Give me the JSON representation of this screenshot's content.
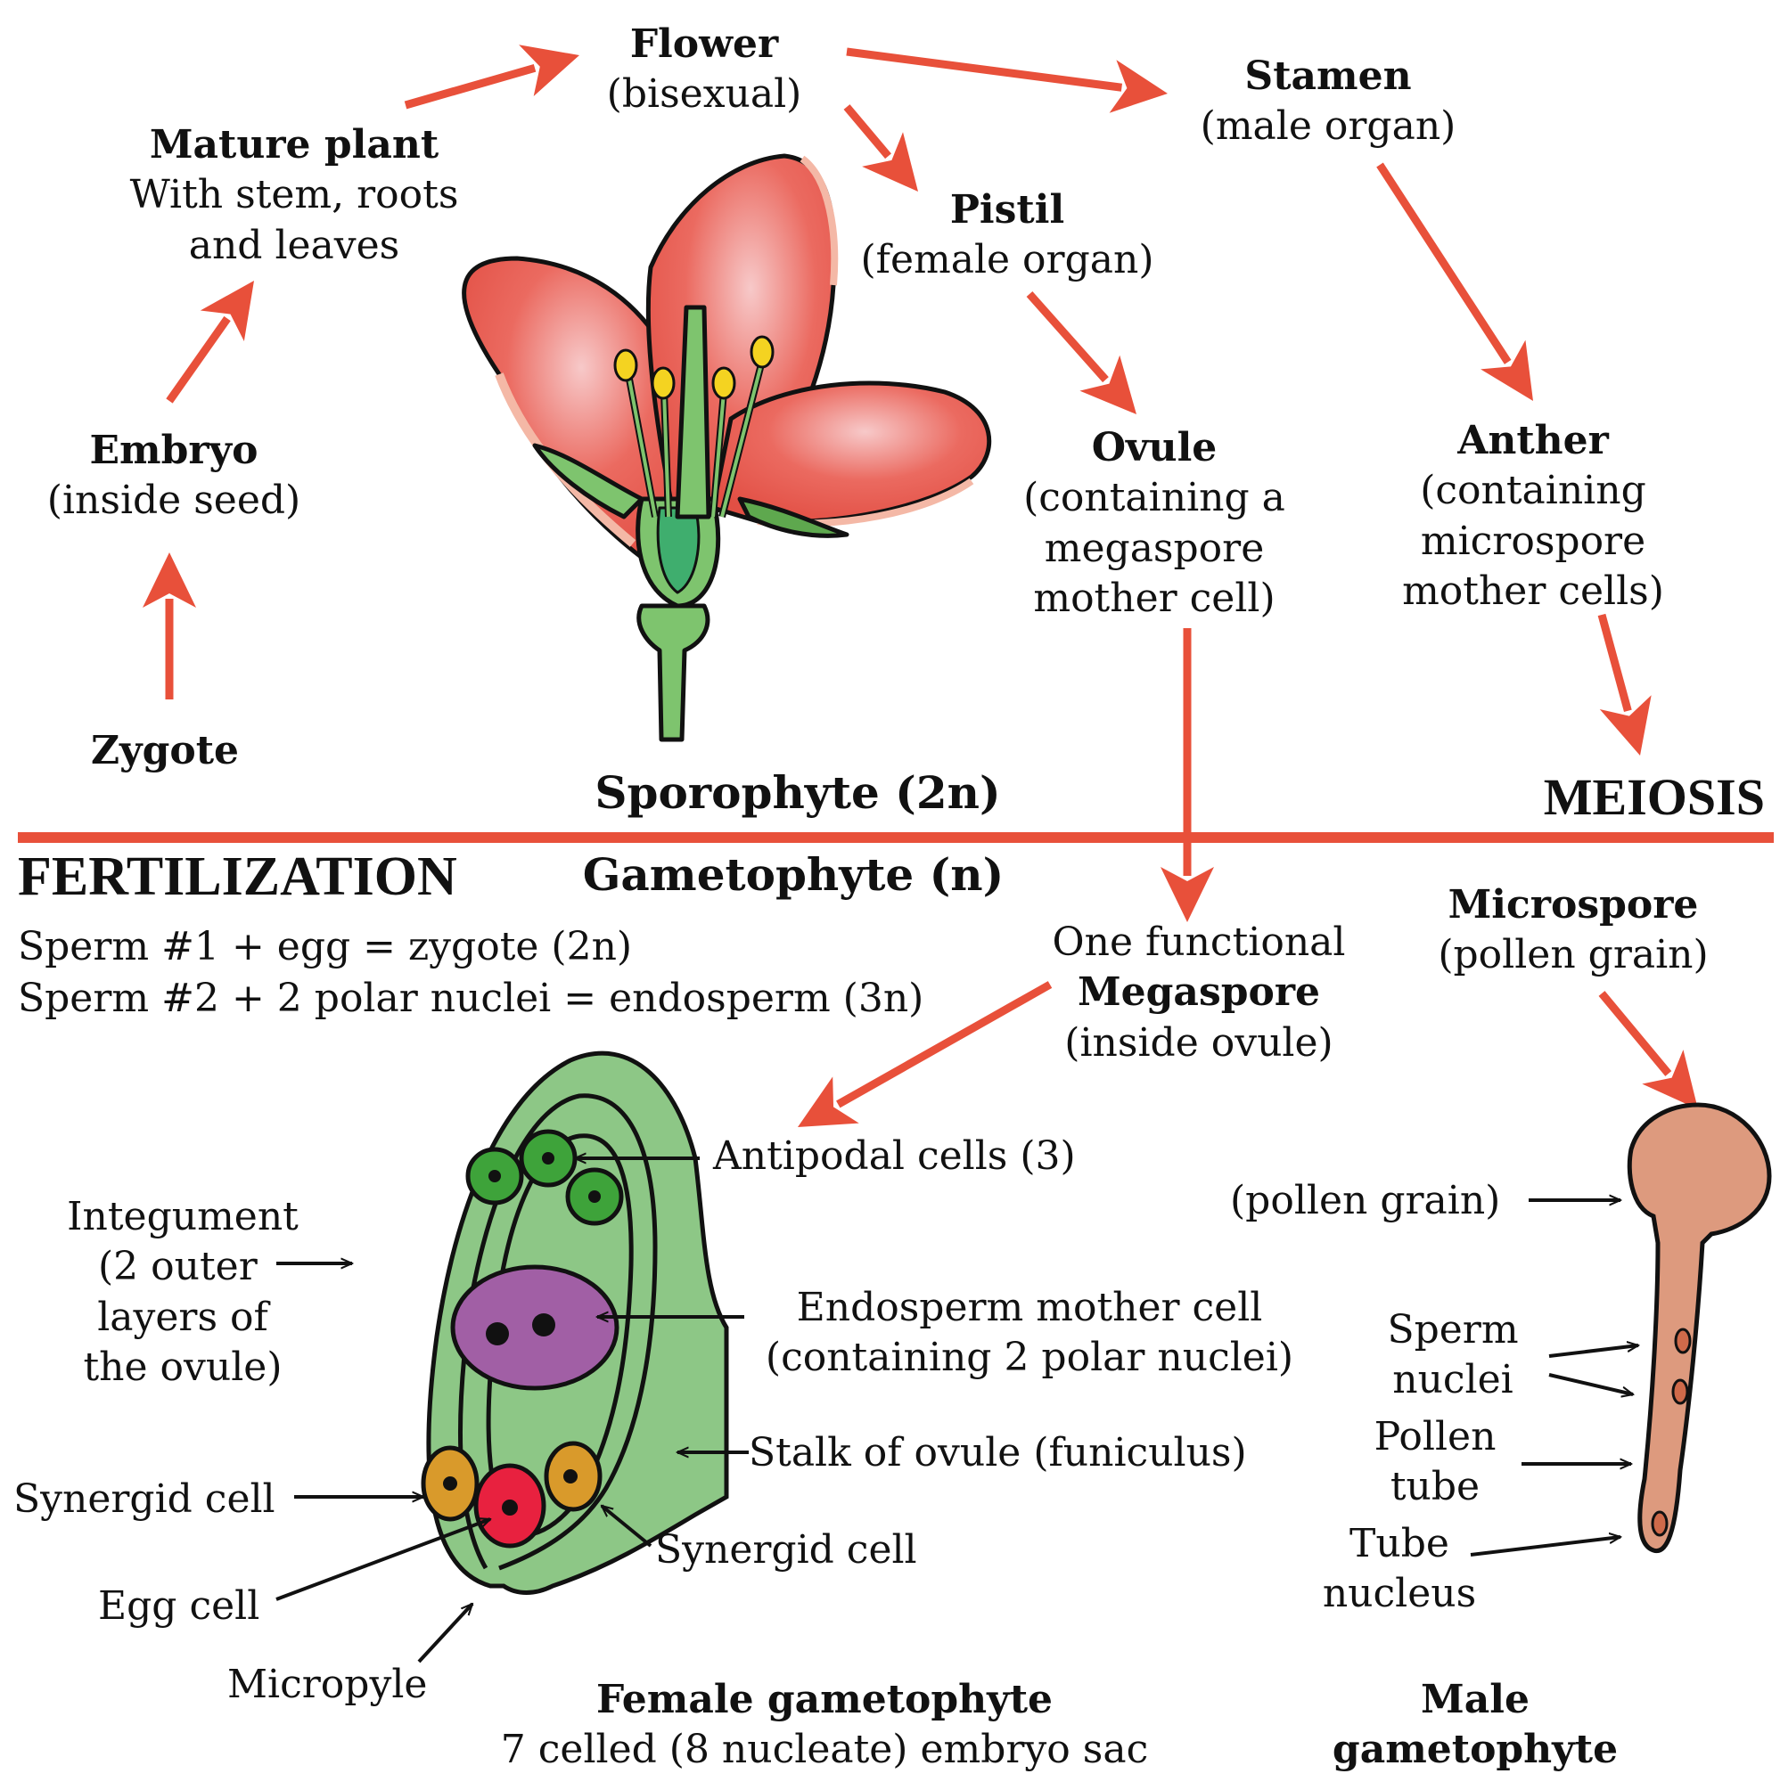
{
  "colors": {
    "arrow": "#e8503a",
    "petal": "#e8574b",
    "petal_edge": "#f4b8a6",
    "ovule_fill": "#8dc786",
    "antipodal": "#3ea33a",
    "endosperm": "#a15fa5",
    "synergid": "#d99a2b",
    "egg": "#e8213f",
    "pollen": "#dd9a7e",
    "anther": "#f4d321",
    "stem_green": "#7ec46e"
  },
  "sporophyte": {
    "title": "Sporophyte (2n)",
    "meiosis": "MEIOSIS",
    "flower": {
      "title": "Flower",
      "sub": "(bisexual)"
    },
    "mature_plant": {
      "title": "Mature plant",
      "lines": [
        "With stem, roots",
        "and leaves"
      ]
    },
    "embryo": {
      "title": "Embryo",
      "sub": "(inside seed)"
    },
    "zygote": {
      "title": "Zygote"
    },
    "stamen": {
      "title": "Stamen",
      "sub": "(male organ)"
    },
    "pistil": {
      "title": "Pistil",
      "sub": "(female organ)"
    },
    "ovule": {
      "title": "Ovule",
      "lines": [
        "(containing a",
        "megaspore",
        "mother cell)"
      ]
    },
    "anther": {
      "title": "Anther",
      "lines": [
        "(containing",
        "microspore",
        "mother cells)"
      ]
    }
  },
  "gametophyte": {
    "fertilization": "FERTILIZATION",
    "title": "Gametophyte (n)",
    "equations": [
      "Sperm #1 + egg = zygote (2n)",
      "Sperm #2 + 2 polar nuclei = endosperm (3n)"
    ],
    "megaspore": {
      "line1": "One functional",
      "title": "Megaspore",
      "sub": "(inside ovule)"
    },
    "microspore": {
      "title": "Microspore",
      "sub": "(pollen grain)"
    },
    "female_labels": {
      "antipodal": "Antipodal cells (3)",
      "integument": [
        "Integument",
        "(2 outer",
        "layers of",
        "the ovule)"
      ],
      "endosperm": [
        "Endosperm mother cell",
        "(containing 2 polar nuclei)"
      ],
      "stalk": "Stalk of ovule (funiculus)",
      "synergid_left": "Synergid cell",
      "synergid_right": "Synergid cell",
      "egg": "Egg cell",
      "micropyle": "Micropyle",
      "caption_title": "Female gametophyte",
      "caption_sub": "7 celled (8 nucleate) embryo sac"
    },
    "male_labels": {
      "pollen_grain": "(pollen grain)",
      "sperm_nuclei": [
        "Sperm",
        "nuclei"
      ],
      "pollen_tube": [
        "Pollen",
        "tube"
      ],
      "tube_nucleus": [
        "Tube",
        "nucleus"
      ],
      "caption": [
        "Male",
        "gametophyte"
      ]
    }
  }
}
